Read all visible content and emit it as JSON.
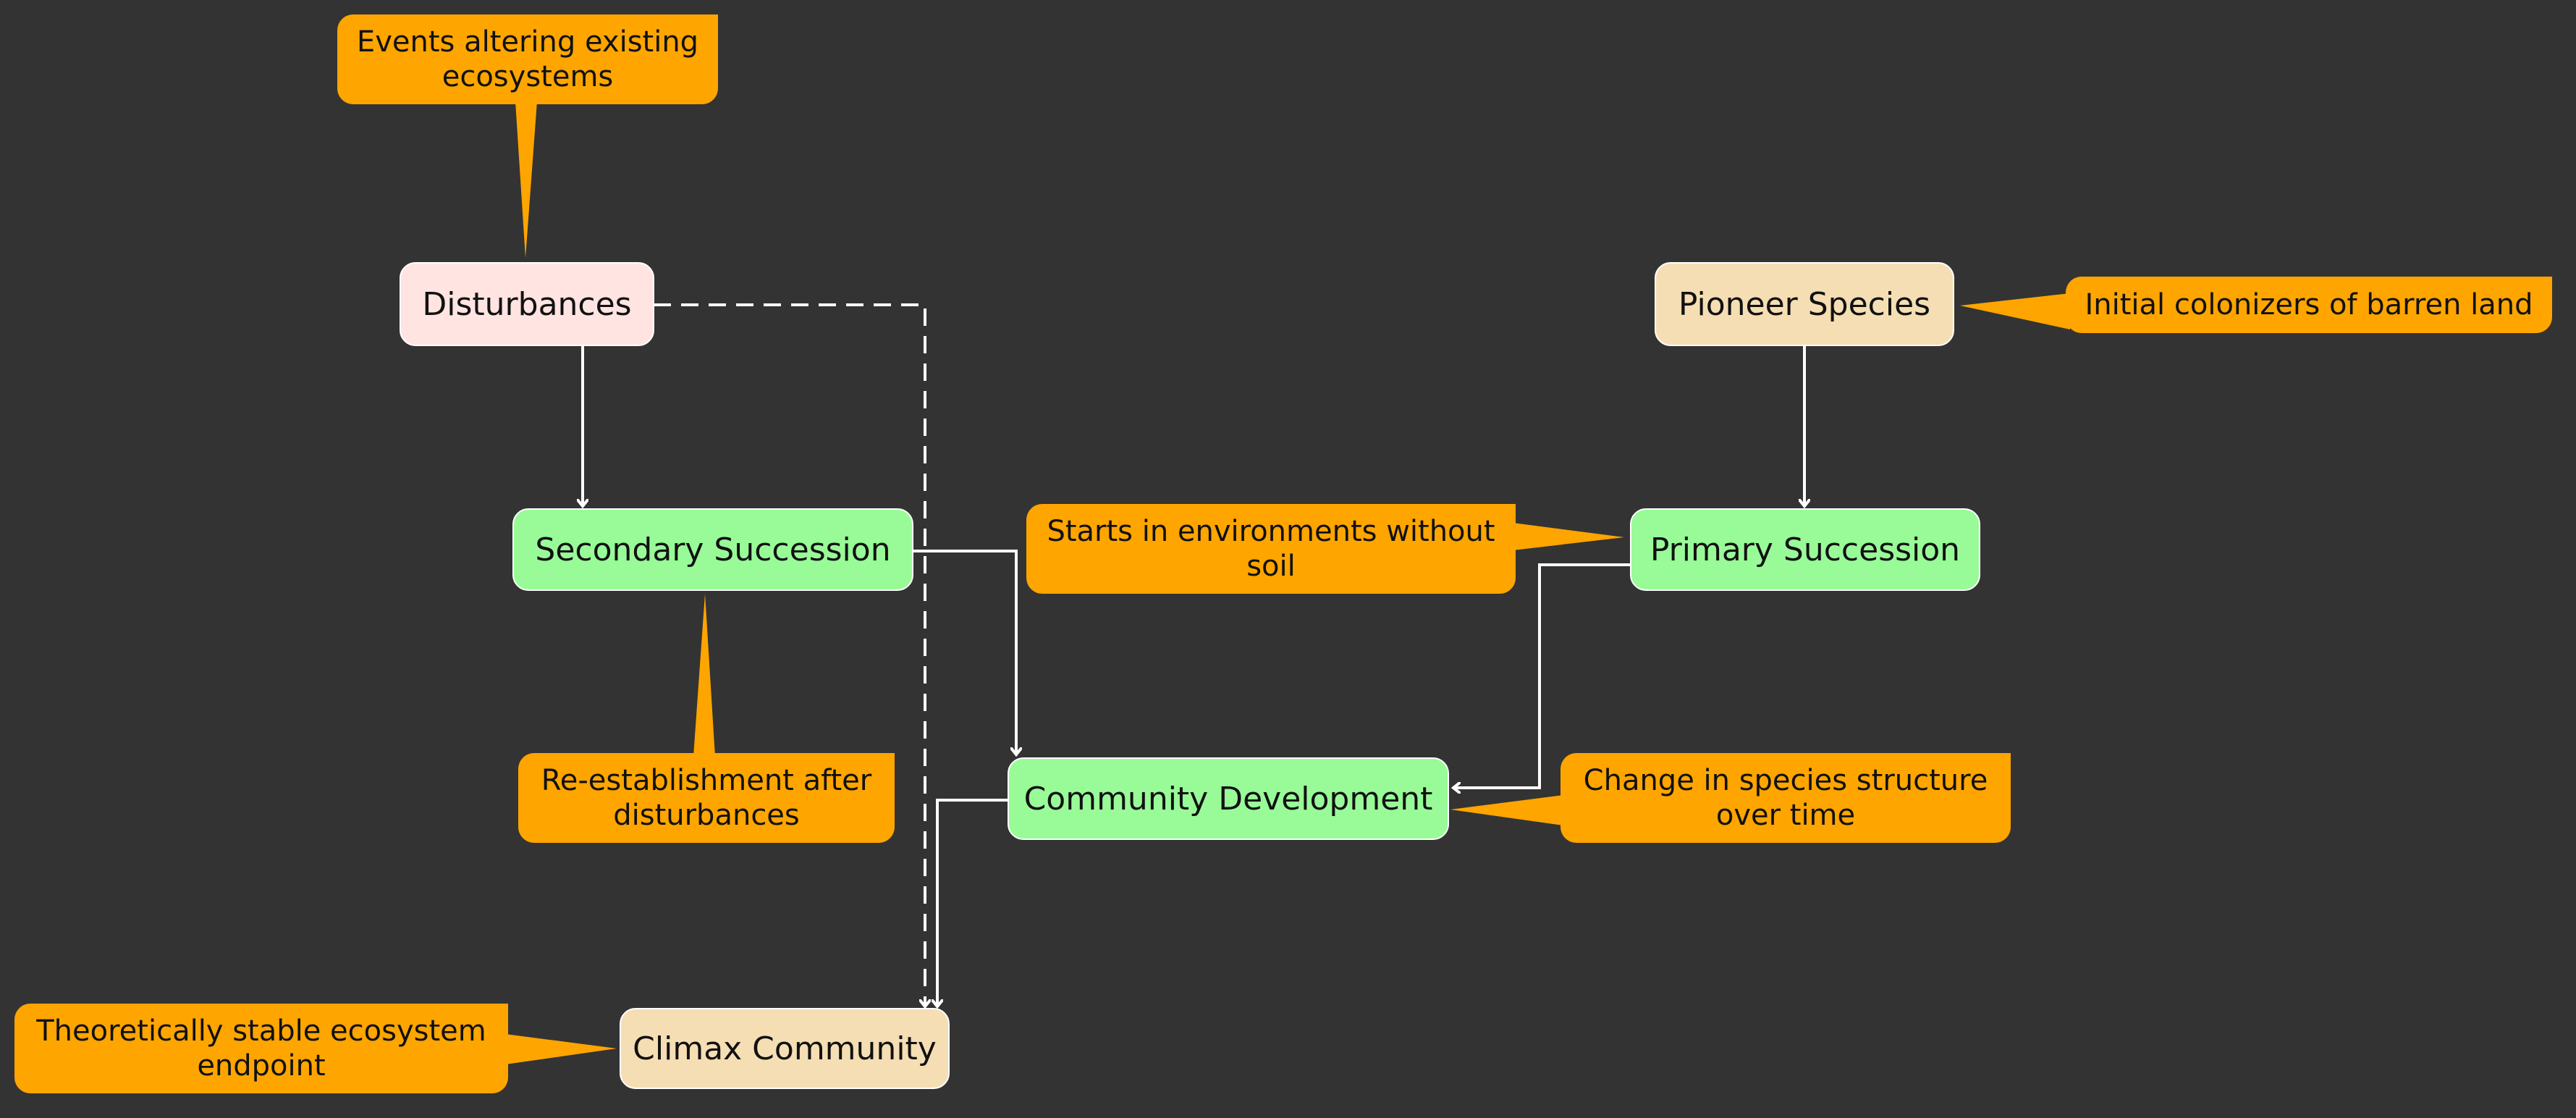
{
  "colors": {
    "background": "#333333",
    "note_fill": "#FFA500",
    "succession_fill": "#98FB98",
    "species_fill": "#F5DEB3",
    "disturbance_fill": "#FFE4E1",
    "edge": "#FFFFFF"
  },
  "nodes": {
    "disturbances": "Disturbances",
    "pioneer_species": "Pioneer Species",
    "secondary_succession": "Secondary Succession",
    "primary_succession": "Primary Succession",
    "community_development": "Community Development",
    "climax_community": "Climax Community"
  },
  "notes": {
    "disturbances": "Events altering existing ecosystems",
    "pioneer_species": "Initial colonizers of barren land",
    "primary_succession": "Starts in environments without soil",
    "secondary_succession": "Re-establishment after disturbances",
    "community_development": "Change in species structure over time",
    "climax_community": "Theoretically stable ecosystem endpoint"
  },
  "edges": [
    {
      "from": "Disturbances",
      "to": "Secondary Succession",
      "style": "solid"
    },
    {
      "from": "Disturbances",
      "to": "Climax Community",
      "style": "dashed"
    },
    {
      "from": "Pioneer Species",
      "to": "Primary Succession",
      "style": "solid"
    },
    {
      "from": "Secondary Succession",
      "to": "Community Development",
      "style": "solid"
    },
    {
      "from": "Primary Succession",
      "to": "Community Development",
      "style": "solid"
    },
    {
      "from": "Community Development",
      "to": "Climax Community",
      "style": "solid"
    }
  ]
}
